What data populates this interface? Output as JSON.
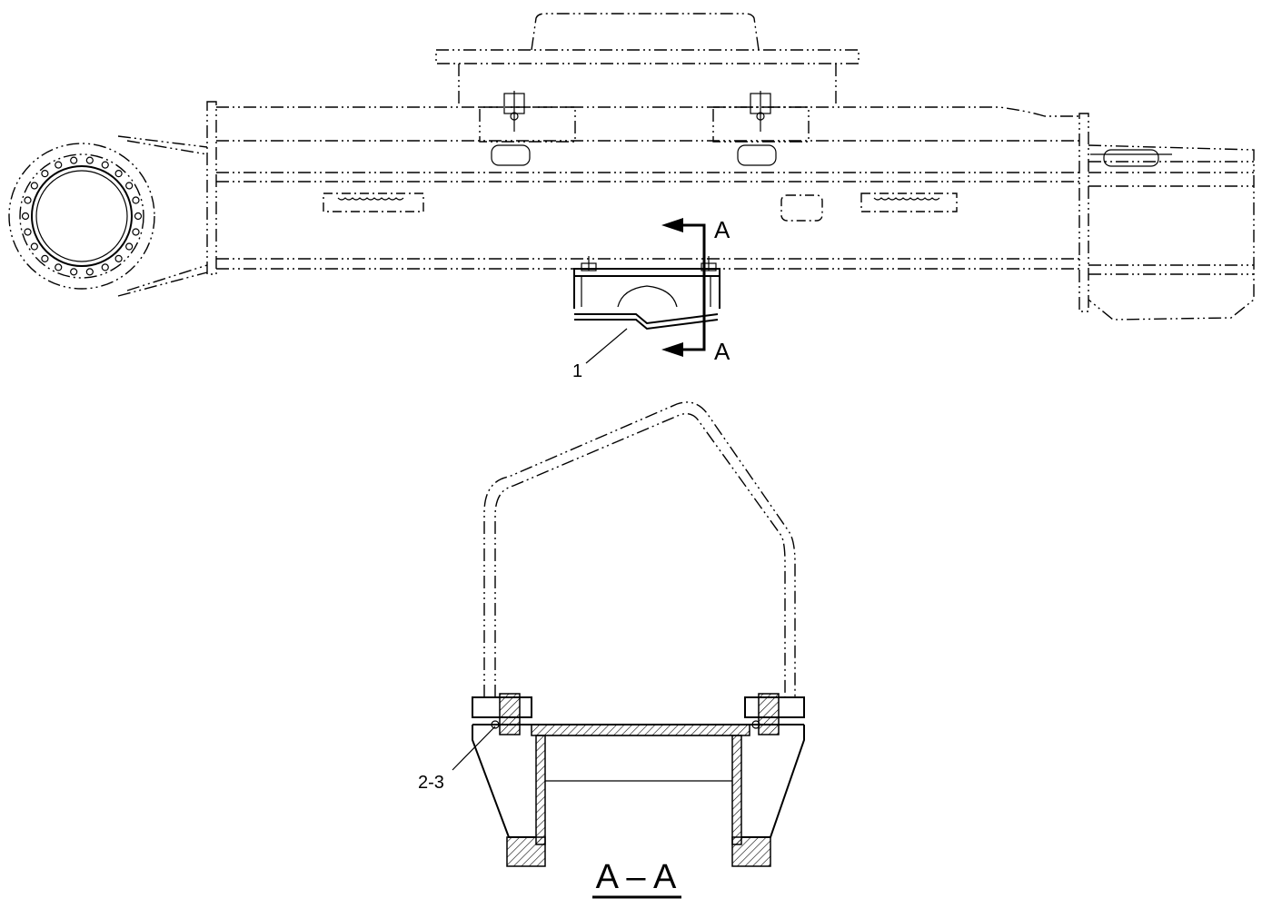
{
  "labels": {
    "callout_1": "1",
    "callout_2_3": "2-3",
    "section_marker_top": "A",
    "section_marker_bottom": "A",
    "section_title": "A – A"
  }
}
